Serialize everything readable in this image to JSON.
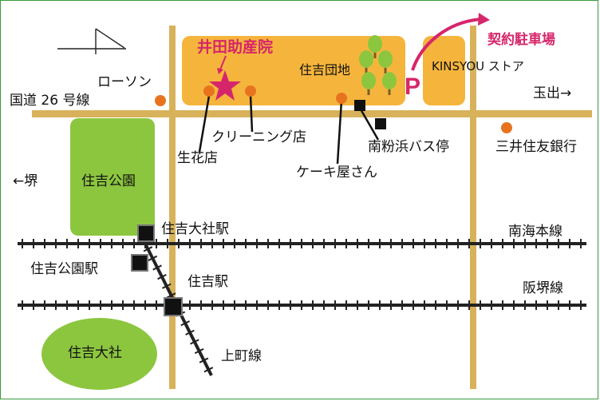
{
  "title": "井田助産院",
  "labels": {
    "lawson": "ローソン",
    "route26": "国道 26 号線",
    "sumiyoshi_danchi": "住吉団地",
    "kinsyou": "KINSYOU ストア",
    "parking": "契約駐車場",
    "parking_mark": "P",
    "tamade": "玉出→",
    "cleaning": "クリーニング店",
    "flower": "生花店",
    "cake": "ケーキ屋さん",
    "bus_stop": "南粉浜バス停",
    "bank": "三井住友銀行",
    "sakai": "←堺",
    "park": "住吉公園",
    "sumiyoshi_taisha_sta": "住吉大社駅",
    "nankai_line": "南海本線",
    "sumiyoshi_koen_sta": "住吉公園駅",
    "sumiyoshi_sta": "住吉駅",
    "hankai_line": "阪堺線",
    "uemachi_line": "上町線",
    "shrine": "住吉大社"
  },
  "colors": {
    "road": "#d8b25a",
    "block_orange": "#f5b53c",
    "park_green": "#8cc63f",
    "poi_orange": "#e8731f",
    "accent_pink": "#d6266b"
  },
  "icons": [
    "north-arrow-icon",
    "star-icon",
    "tree-icon",
    "parking-icon"
  ]
}
